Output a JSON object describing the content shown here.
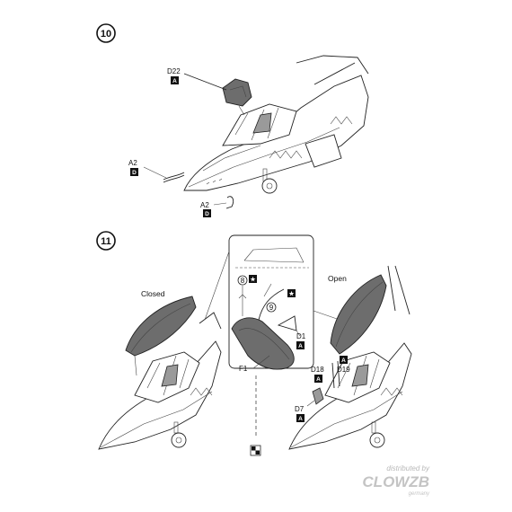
{
  "step10": {
    "number": "10",
    "parts": [
      {
        "code": "D22",
        "sprue": "A"
      },
      {
        "code": "A2",
        "sprue": "D"
      },
      {
        "code": "A2",
        "sprue": "D"
      }
    ]
  },
  "step11": {
    "number": "11",
    "closed_label": "Closed",
    "open_label": "Open",
    "detail_parts": [
      {
        "code": "8",
        "symbol": "★"
      },
      {
        "code": "9",
        "symbol": "★"
      },
      {
        "code": "D1",
        "sprue": "A"
      },
      {
        "code": "F1",
        "sprue": ""
      }
    ],
    "open_parts": [
      {
        "code": "D18",
        "sprue": "A"
      },
      {
        "code": "D19",
        "sprue": "A"
      },
      {
        "code": "D7",
        "sprue": "A"
      }
    ]
  },
  "watermark": {
    "line1": "distributed by",
    "line2": "CLOWZB",
    "line3": "germany"
  }
}
